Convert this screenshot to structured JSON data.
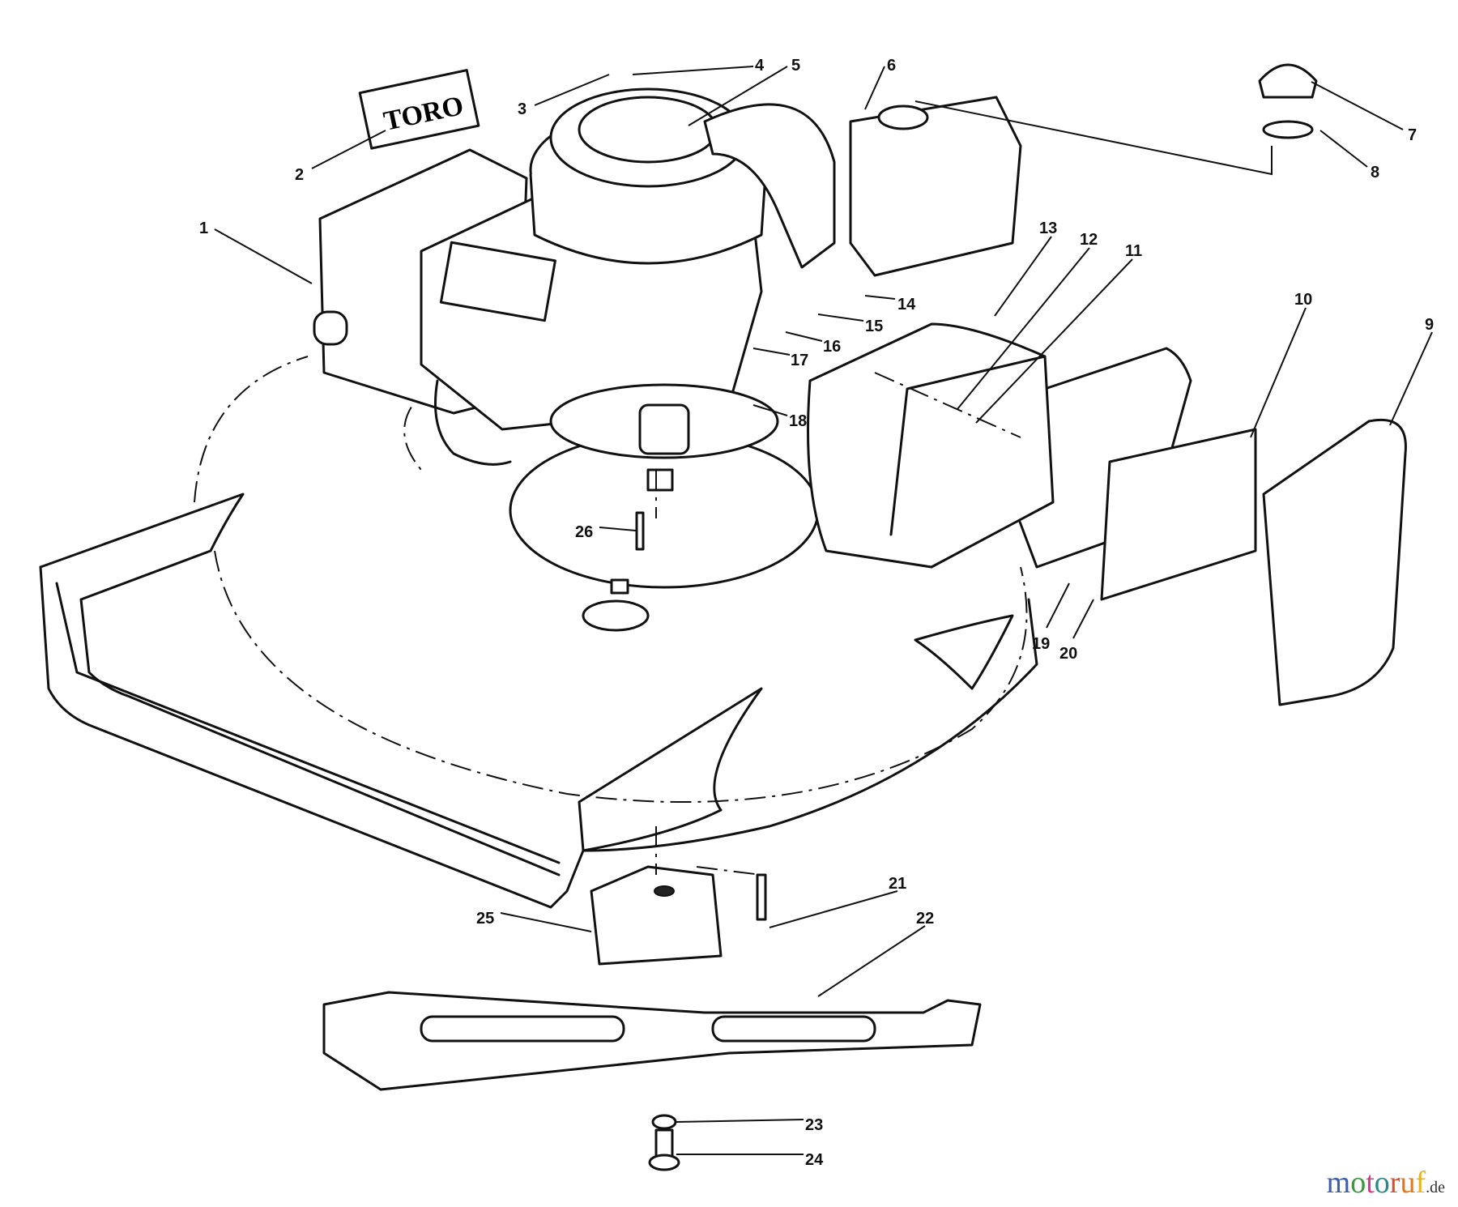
{
  "diagram": {
    "parts": [
      {
        "callout": "1"
      },
      {
        "callout": "2"
      },
      {
        "callout": "3"
      },
      {
        "callout": "4"
      },
      {
        "callout": "5"
      },
      {
        "callout": "6"
      },
      {
        "callout": "7"
      },
      {
        "callout": "8"
      },
      {
        "callout": "9"
      },
      {
        "callout": "10"
      },
      {
        "callout": "11"
      },
      {
        "callout": "12"
      },
      {
        "callout": "13"
      },
      {
        "callout": "14"
      },
      {
        "callout": "15"
      },
      {
        "callout": "16"
      },
      {
        "callout": "17"
      },
      {
        "callout": "18"
      },
      {
        "callout": "19"
      },
      {
        "callout": "20"
      },
      {
        "callout": "21"
      },
      {
        "callout": "22"
      },
      {
        "callout": "23"
      },
      {
        "callout": "24"
      },
      {
        "callout": "25"
      },
      {
        "callout": "26"
      }
    ],
    "decal_text": "TORO"
  },
  "watermark": {
    "letters": [
      "m",
      "o",
      "t",
      "o",
      "r",
      "u",
      "f"
    ],
    "colors": [
      "#3b5fb0",
      "#3a9a3a",
      "#d23c8c",
      "#2a8a8a",
      "#d2502a",
      "#e0781e",
      "#e8b41e"
    ],
    "suffix": ".de"
  }
}
